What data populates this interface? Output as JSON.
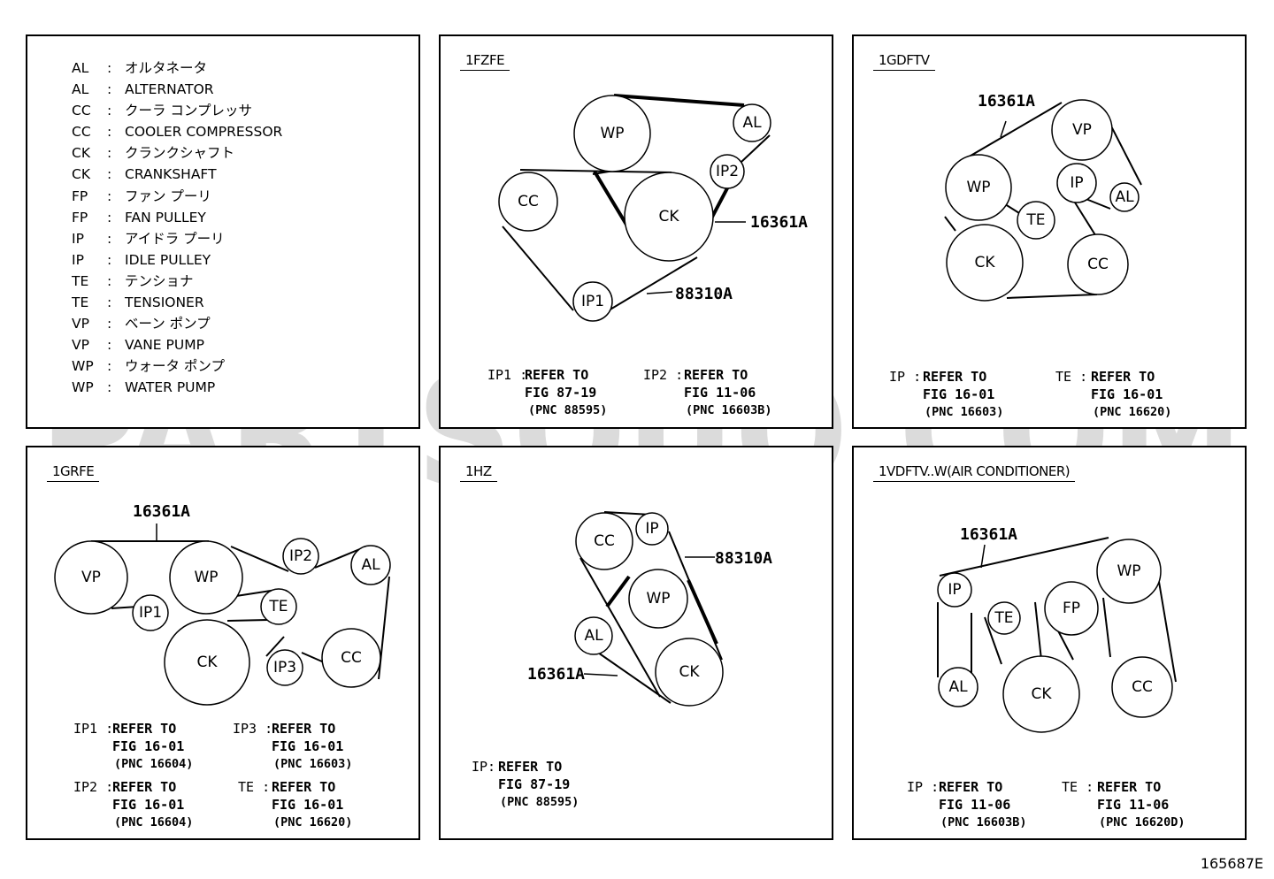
{
  "legend": [
    {
      "code": "AL",
      "text": "オルタネータ"
    },
    {
      "code": "AL",
      "text": "ALTERNATOR"
    },
    {
      "code": "CC",
      "text": "クーラ コンプレッサ"
    },
    {
      "code": "CC",
      "text": "COOLER COMPRESSOR"
    },
    {
      "code": "CK",
      "text": "クランクシャフト"
    },
    {
      "code": "CK",
      "text": "CRANKSHAFT"
    },
    {
      "code": "FP",
      "text": "ファン プーリ"
    },
    {
      "code": "FP",
      "text": "FAN PULLEY"
    },
    {
      "code": "IP",
      "text": "アイドラ プーリ"
    },
    {
      "code": "IP",
      "text": "IDLE PULLEY"
    },
    {
      "code": "TE",
      "text": "テンショナ"
    },
    {
      "code": "TE",
      "text": "TENSIONER"
    },
    {
      "code": "VP",
      "text": "ベーン ポンプ"
    },
    {
      "code": "VP",
      "text": "VANE PUMP"
    },
    {
      "code": "WP",
      "text": "ウォータ ポンプ"
    },
    {
      "code": "WP",
      "text": "WATER PUMP"
    }
  ],
  "separator": ":",
  "panels": {
    "p1fzfe": {
      "title": "1FZFE",
      "parts": [
        "16361A",
        "88310A"
      ],
      "nodes": [
        "WP",
        "AL",
        "IP2",
        "CC",
        "CK",
        "IP1"
      ],
      "refs": [
        {
          "key": "IP1 :",
          "l1": "REFER TO",
          "l2": "FIG 87-19",
          "l3": "(PNC 88595)"
        },
        {
          "key": "IP2 :",
          "l1": "REFER TO",
          "l2": "FIG 11-06",
          "l3": "(PNC 16603B)"
        }
      ]
    },
    "p1gdftv": {
      "title": "1GDFTV",
      "parts": [
        "16361A"
      ],
      "nodes": [
        "VP",
        "WP",
        "IP",
        "AL",
        "TE",
        "CK",
        "CC"
      ],
      "refs": [
        {
          "key": "IP :",
          "l1": "REFER TO",
          "l2": "FIG 16-01",
          "l3": "(PNC 16603)"
        },
        {
          "key": "TE :",
          "l1": "REFER TO",
          "l2": "FIG 16-01",
          "l3": "(PNC 16620)"
        }
      ]
    },
    "p1grfe": {
      "title": "1GRFE",
      "parts": [
        "16361A"
      ],
      "nodes": [
        "VP",
        "WP",
        "IP2",
        "AL",
        "IP1",
        "TE",
        "CK",
        "IP3",
        "CC"
      ],
      "refs": [
        {
          "key": "IP1 :",
          "l1": "REFER TO",
          "l2": "FIG 16-01",
          "l3": "(PNC 16604)"
        },
        {
          "key": "IP3 :",
          "l1": "REFER TO",
          "l2": "FIG 16-01",
          "l3": "(PNC 16603)"
        },
        {
          "key": "IP2 :",
          "l1": "REFER TO",
          "l2": "FIG 16-01",
          "l3": "(PNC 16604)"
        },
        {
          "key": "TE :",
          "l1": "REFER TO",
          "l2": "FIG 16-01",
          "l3": "(PNC 16620)"
        }
      ]
    },
    "p1hz": {
      "title": "1HZ",
      "parts": [
        "88310A",
        "16361A"
      ],
      "nodes": [
        "CC",
        "IP",
        "WP",
        "AL",
        "CK"
      ],
      "refs": [
        {
          "key": "IP:",
          "l1": "REFER TO",
          "l2": "FIG 87-19",
          "l3": "(PNC 88595)"
        }
      ]
    },
    "p1vdftv": {
      "title": "1VDFTV..W(AIR CONDITIONER)",
      "parts": [
        "16361A"
      ],
      "nodes": [
        "IP",
        "WP",
        "TE",
        "FP",
        "AL",
        "CK",
        "CC"
      ],
      "refs": [
        {
          "key": "IP :",
          "l1": "REFER TO",
          "l2": "FIG 11-06",
          "l3": "(PNC 16603B)"
        },
        {
          "key": "TE :",
          "l1": "REFER TO",
          "l2": "FIG 11-06",
          "l3": "(PNC 16620D)"
        }
      ]
    }
  },
  "watermark": "PARTSOUQ.COM",
  "figure_number": "165687E"
}
